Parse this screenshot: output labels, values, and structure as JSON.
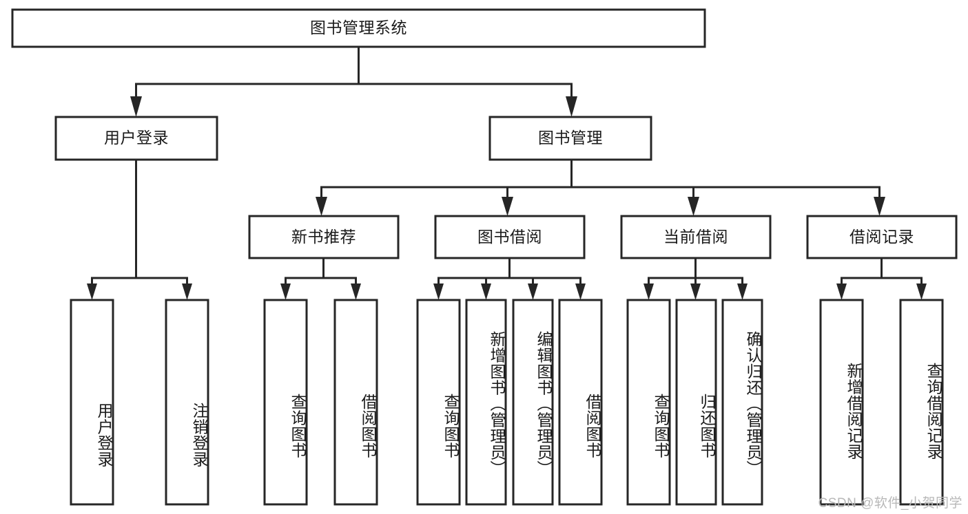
{
  "diagram": {
    "title": "图书管理系统",
    "type": "tree-hierarchy",
    "watermark": "CSDN @软件_小贺同学",
    "colors": {
      "stroke": "#262626",
      "fill": "#ffffff",
      "text": "#1a1a1a",
      "watermark": "#b8b8b8",
      "background": "#ffffff"
    },
    "nodes": {
      "root": {
        "label": "图书管理系统",
        "level": 1
      },
      "l2": [
        {
          "id": "user-login",
          "label": "用户登录",
          "level": 2
        },
        {
          "id": "book-manage",
          "label": "图书管理",
          "level": 2
        }
      ],
      "l3": [
        {
          "id": "new-book-recommend",
          "label": "新书推荐",
          "level": 3,
          "parent": "book-manage"
        },
        {
          "id": "book-borrow",
          "label": "图书借阅",
          "level": 3,
          "parent": "book-manage"
        },
        {
          "id": "current-borrow",
          "label": "当前借阅",
          "level": 3,
          "parent": "book-manage"
        },
        {
          "id": "borrow-record",
          "label": "借阅记录",
          "level": 3,
          "parent": "book-manage"
        }
      ],
      "leaves": [
        {
          "id": "leaf-user-login",
          "label": "用户登录",
          "parent": "user-login"
        },
        {
          "id": "leaf-logout-login",
          "label": "注销登录",
          "parent": "user-login"
        },
        {
          "id": "leaf-query-book-1",
          "label": "查询图书",
          "parent": "new-book-recommend"
        },
        {
          "id": "leaf-borrow-book-1",
          "label": "借阅图书",
          "parent": "new-book-recommend"
        },
        {
          "id": "leaf-query-book-2",
          "label": "查询图书",
          "parent": "book-borrow"
        },
        {
          "id": "leaf-add-book",
          "label": "新增图书（管理员）",
          "parent": "book-borrow"
        },
        {
          "id": "leaf-edit-book",
          "label": "编辑图书（管理员）",
          "parent": "book-borrow"
        },
        {
          "id": "leaf-borrow-book-2",
          "label": "借阅图书",
          "parent": "book-borrow"
        },
        {
          "id": "leaf-query-book-3",
          "label": "查询图书",
          "parent": "current-borrow"
        },
        {
          "id": "leaf-return-book",
          "label": "归还图书",
          "parent": "current-borrow"
        },
        {
          "id": "leaf-confirm-return",
          "label": "确认归还（管理员）",
          "parent": "current-borrow"
        },
        {
          "id": "leaf-add-record",
          "label": "新增借阅记录",
          "parent": "borrow-record"
        },
        {
          "id": "leaf-query-record",
          "label": "查询借阅记录",
          "parent": "borrow-record"
        }
      ]
    }
  }
}
